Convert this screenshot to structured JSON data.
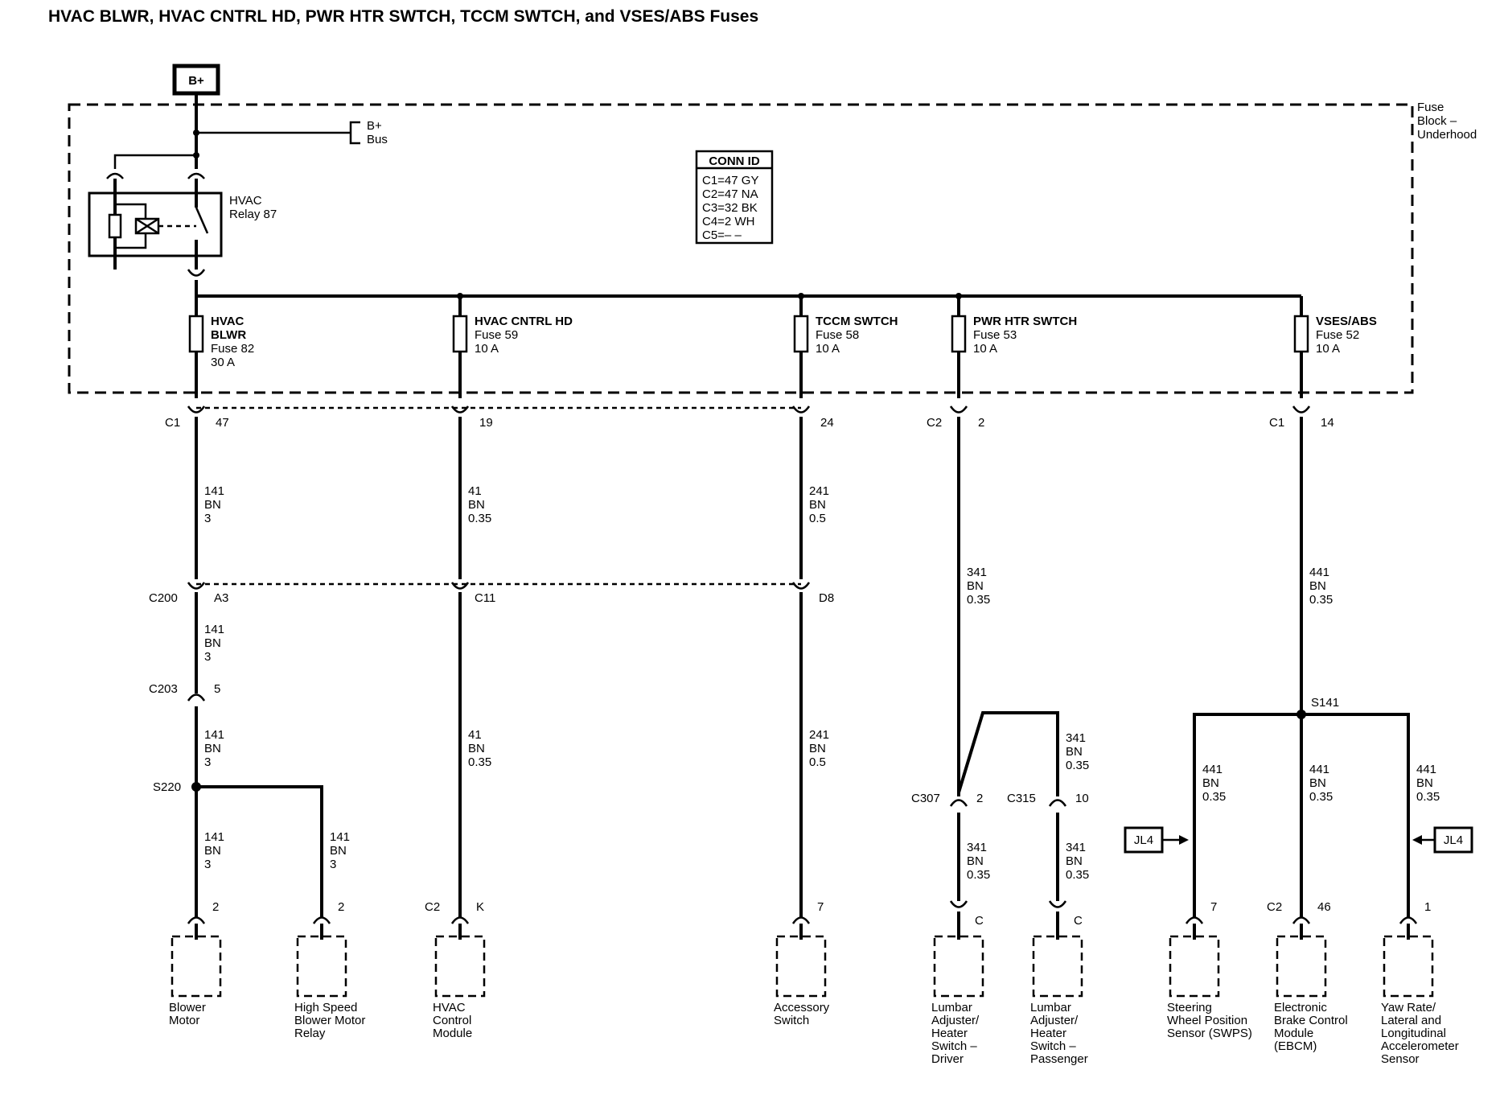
{
  "title": "HVAC BLWR, HVAC CNTRL HD, PWR HTR SWTCH, TCCM SWTCH, and VSES/ABS Fuses",
  "power_source": "B+",
  "bus": [
    "B+",
    "Bus"
  ],
  "fuse_block": [
    "Fuse",
    "Block –",
    "Underhood"
  ],
  "relay": [
    "HVAC",
    "Relay 87"
  ],
  "conn_id": {
    "title": "CONN ID",
    "rows": [
      "C1=47 GY",
      "C2=47 NA",
      "C3=32 BK",
      "C4=2 WH",
      "C5=– –"
    ]
  },
  "fuses": [
    {
      "lines": [
        "HVAC",
        "BLWR",
        "Fuse 82",
        "30 A"
      ]
    },
    {
      "lines": [
        "HVAC CNTRL HD",
        "Fuse 59",
        "10 A"
      ]
    },
    {
      "lines": [
        "TCCM SWTCH",
        "Fuse 58",
        "10 A"
      ]
    },
    {
      "lines": [
        "PWR HTR SWTCH",
        "Fuse 53",
        "10 A"
      ]
    },
    {
      "lines": [
        "VSES/ABS",
        "Fuse 52",
        "10 A"
      ]
    }
  ],
  "connectors": {
    "c1_blwr": {
      "conn": "C1",
      "pin": "47"
    },
    "c1_hd": {
      "pin": "19"
    },
    "c1_tccm": {
      "pin": "24"
    },
    "c2_htr": {
      "conn": "C2",
      "pin": "2"
    },
    "c1_vses": {
      "conn": "C1",
      "pin": "14"
    },
    "c200_blwr": {
      "conn": "C200",
      "pin": "A3"
    },
    "c200_hd": {
      "pin": "C11"
    },
    "c200_tccm": {
      "pin": "D8"
    },
    "c203": {
      "conn": "C203",
      "pin": "5"
    },
    "c307": {
      "conn": "C307",
      "pin": "2"
    },
    "c315": {
      "conn": "C315",
      "pin": "10"
    }
  },
  "splices": {
    "s220": "S220",
    "s141": "S141"
  },
  "wires": {
    "blwr_1": [
      "141",
      "BN",
      "3"
    ],
    "blwr_2": [
      "141",
      "BN",
      "3"
    ],
    "blwr_3": [
      "141",
      "BN",
      "3"
    ],
    "blwr_4": [
      "141",
      "BN",
      "3"
    ],
    "blwr_5": [
      "141",
      "BN",
      "3"
    ],
    "hd_1": [
      "41",
      "BN",
      "0.35"
    ],
    "hd_2": [
      "41",
      "BN",
      "0.35"
    ],
    "tccm_1": [
      "241",
      "BN",
      "0.5"
    ],
    "tccm_2": [
      "241",
      "BN",
      "0.5"
    ],
    "htr_1": [
      "341",
      "BN",
      "0.35"
    ],
    "htr_2": [
      "341",
      "BN",
      "0.35"
    ],
    "htr_3": [
      "341",
      "BN",
      "0.35"
    ],
    "htr_4": [
      "341",
      "BN",
      "0.35"
    ],
    "vses_1": [
      "441",
      "BN",
      "0.35"
    ],
    "vses_2": [
      "441",
      "BN",
      "0.35"
    ],
    "vses_3": [
      "441",
      "BN",
      "0.35"
    ],
    "vses_4": [
      "441",
      "BN",
      "0.35"
    ]
  },
  "components": [
    {
      "pin": "2",
      "conn": "",
      "lines": [
        "Blower",
        "Motor"
      ]
    },
    {
      "pin": "2",
      "conn": "",
      "lines": [
        "High Speed",
        "Blower Motor",
        "Relay"
      ]
    },
    {
      "pin": "K",
      "conn": "C2",
      "lines": [
        "HVAC",
        "Control",
        "Module"
      ]
    },
    {
      "pin": "7",
      "conn": "",
      "lines": [
        "Accessory",
        "Switch"
      ]
    },
    {
      "pin": "C",
      "conn": "",
      "lines": [
        "Lumbar",
        "Adjuster/",
        "Heater",
        "Switch –",
        "Driver"
      ]
    },
    {
      "pin": "C",
      "conn": "",
      "lines": [
        "Lumbar",
        "Adjuster/",
        "Heater",
        "Switch –",
        "Passenger"
      ]
    },
    {
      "pin": "7",
      "conn": "",
      "lines": [
        "Steering",
        "Wheel Position",
        "Sensor (SWPS)"
      ]
    },
    {
      "pin": "46",
      "conn": "C2",
      "lines": [
        "Electronic",
        "Brake Control",
        "Module",
        "(EBCM)"
      ]
    },
    {
      "pin": "1",
      "conn": "",
      "lines": [
        "Yaw Rate/",
        "Lateral and",
        "Longitudinal",
        "Accelerometer",
        "Sensor"
      ]
    }
  ],
  "jl4_left": "JL4",
  "jl4_right": "JL4"
}
